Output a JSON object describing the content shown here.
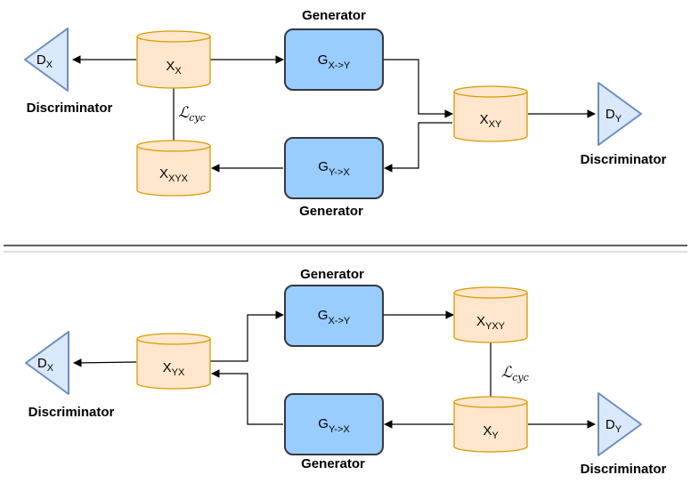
{
  "colors": {
    "generator_fill": "#99ccff",
    "generator_stroke": "#36393d",
    "data_fill": "#ffe6cc",
    "data_stroke": "#d79b00",
    "discriminator_fill": "#dae8fc",
    "discriminator_stroke": "#6c8ebf"
  },
  "top": {
    "gen_xy": {
      "title": "Generator",
      "base": "G",
      "sub": "X->Y"
    },
    "gen_yx": {
      "title": "Generator",
      "base": "G",
      "sub": "Y->X"
    },
    "x": {
      "base": "X",
      "sub": "X"
    },
    "xy": {
      "base": "X",
      "sub": "XY"
    },
    "xyx": {
      "base": "X",
      "sub": "XYX"
    },
    "disc_x": {
      "base": "D",
      "sub": "X",
      "caption": "Discriminator"
    },
    "disc_y": {
      "base": "D",
      "sub": "Y",
      "caption": "Discriminator"
    },
    "loss": {
      "base": "ℒ",
      "sub": "cyc"
    }
  },
  "bottom": {
    "gen_xy": {
      "title": "Generator",
      "base": "G",
      "sub": "X->Y"
    },
    "gen_yx": {
      "title": "Generator",
      "base": "G",
      "sub": "Y->X"
    },
    "y": {
      "base": "X",
      "sub": "Y"
    },
    "yx": {
      "base": "X",
      "sub": "YX"
    },
    "yxy": {
      "base": "X",
      "sub": "YXY"
    },
    "disc_x": {
      "base": "D",
      "sub": "X",
      "caption": "Discriminator"
    },
    "disc_y": {
      "base": "D",
      "sub": "Y",
      "caption": "Discriminator"
    },
    "loss": {
      "base": "ℒ",
      "sub": "cyc"
    }
  }
}
